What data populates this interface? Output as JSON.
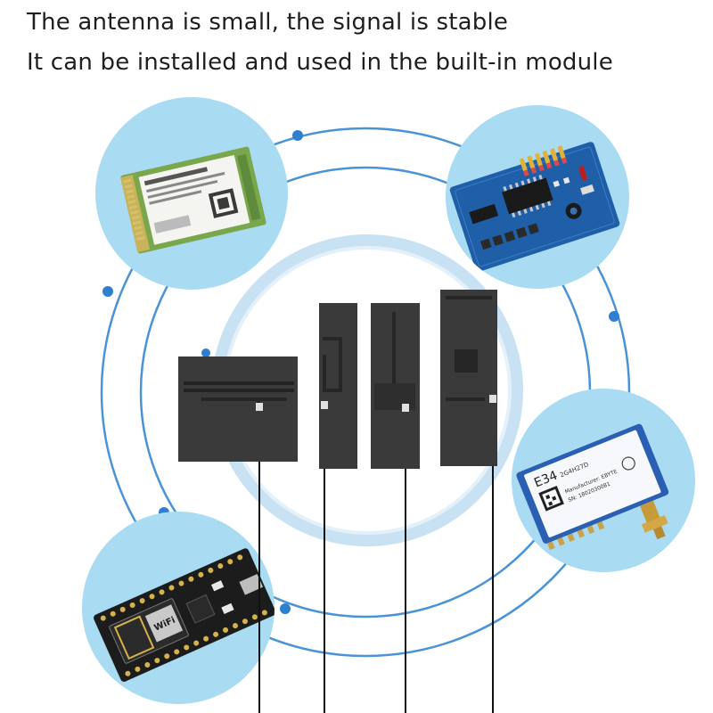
{
  "headline": {
    "line1": "The antenna is small, the signal is stable",
    "line2": "It can be installed and used in the built-in module"
  },
  "module_labels": {
    "e34_model": "E34",
    "e34_freq": "2G4H27D",
    "e34_mfr": "Manufacturer: EBYTE",
    "e34_sn": "SN: 1802030081",
    "wifi_text": "WiFi"
  },
  "colors": {
    "ring_blue": "#4a93d6",
    "dot_blue": "#2f7fd0",
    "bubble_fill": "#a9dcf2",
    "center_ring": "#c9e2f3",
    "antenna_dark": "#3a3a3a"
  },
  "icons": [
    "ssd-card-image",
    "blue-pcb-image",
    "e34-module-image",
    "nodemcu-wifi-board-image",
    "flat-antenna-image"
  ]
}
